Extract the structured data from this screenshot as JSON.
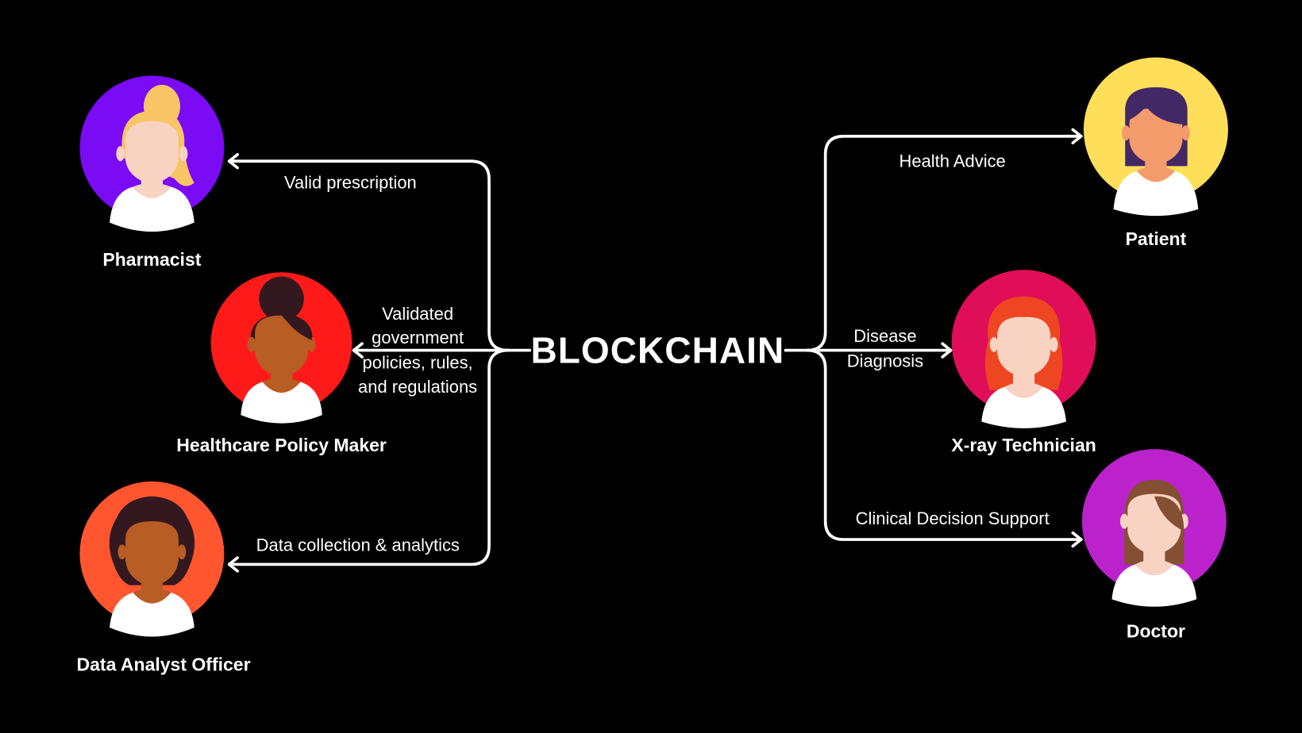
{
  "diagram": {
    "hub": {
      "label": "BLOCKCHAIN"
    },
    "roles": [
      {
        "id": "pharmacist",
        "label": "Pharmacist",
        "bg": "#7B0AF5",
        "skin": "#F9D3C2",
        "hair": "#F8C466",
        "hairStyle": "ponytail"
      },
      {
        "id": "policy-maker",
        "label": "Healthcare Policy Maker",
        "bg": "#FF1A1A",
        "skin": "#B85D24",
        "hair": "#331820",
        "hairStyle": "bun"
      },
      {
        "id": "data-analyst",
        "label": "Data Analyst Officer",
        "bg": "#FF5630",
        "skin": "#B85D24",
        "hair": "#331820",
        "hairStyle": "afro"
      },
      {
        "id": "patient",
        "label": "Patient",
        "bg": "#FFDE59",
        "skin": "#F49B6B",
        "hair": "#432866",
        "hairStyle": "bob"
      },
      {
        "id": "xray-technician",
        "label": "X-ray Technician",
        "bg": "#E00D58",
        "skin": "#F9D3C2",
        "hair": "#EE4622",
        "hairStyle": "wavy"
      },
      {
        "id": "doctor",
        "label": "Doctor",
        "bg": "#BB22CC",
        "skin": "#F9D3C2",
        "hair": "#844F33",
        "hairStyle": "long"
      }
    ],
    "edges": [
      {
        "from": "BLOCKCHAIN",
        "to": "Pharmacist",
        "label_lines": [
          "Valid prescription"
        ]
      },
      {
        "from": "BLOCKCHAIN",
        "to": "Healthcare Policy Maker",
        "label_lines": [
          "Validated",
          "government",
          "policies, rules,",
          "and regulations"
        ]
      },
      {
        "from": "BLOCKCHAIN",
        "to": "Data Analyst Officer",
        "label_lines": [
          "Data collection & analytics"
        ]
      },
      {
        "from": "BLOCKCHAIN",
        "to": "Patient",
        "label_lines": [
          "Health Advice"
        ]
      },
      {
        "from": "BLOCKCHAIN",
        "to": "X-ray Technician",
        "label_lines": [
          "Disease",
          "Diagnosis"
        ]
      },
      {
        "from": "BLOCKCHAIN",
        "to": "Doctor",
        "label_lines": [
          "Clinical Decision Support"
        ]
      }
    ],
    "colors": {
      "background": "#000000",
      "connector": "#FFFFFF",
      "text": "#FFFFFF",
      "shirt": "#FFFFFF"
    }
  }
}
